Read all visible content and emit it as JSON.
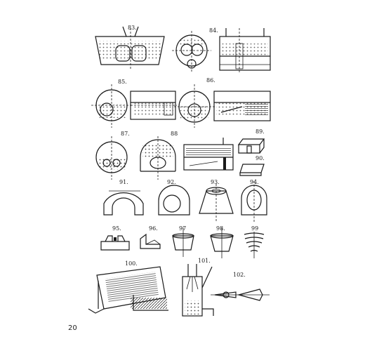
{
  "page_number": "20",
  "figures": [
    {
      "id": "83",
      "label": "83."
    },
    {
      "id": "84",
      "label": "84."
    },
    {
      "id": "85",
      "label": "85."
    },
    {
      "id": "86",
      "label": "86."
    },
    {
      "id": "87",
      "label": "87."
    },
    {
      "id": "88",
      "label": "88"
    },
    {
      "id": "89",
      "label": "89."
    },
    {
      "id": "90",
      "label": "90."
    },
    {
      "id": "91",
      "label": "91."
    },
    {
      "id": "92",
      "label": "92."
    },
    {
      "id": "93",
      "label": "93."
    },
    {
      "id": "94",
      "label": "94."
    },
    {
      "id": "95",
      "label": "95."
    },
    {
      "id": "96",
      "label": "96."
    },
    {
      "id": "97",
      "label": "97"
    },
    {
      "id": "98",
      "label": "98."
    },
    {
      "id": "99",
      "label": "99"
    },
    {
      "id": "100",
      "label": "100."
    },
    {
      "id": "101",
      "label": "101."
    },
    {
      "id": "102",
      "label": "102."
    }
  ]
}
